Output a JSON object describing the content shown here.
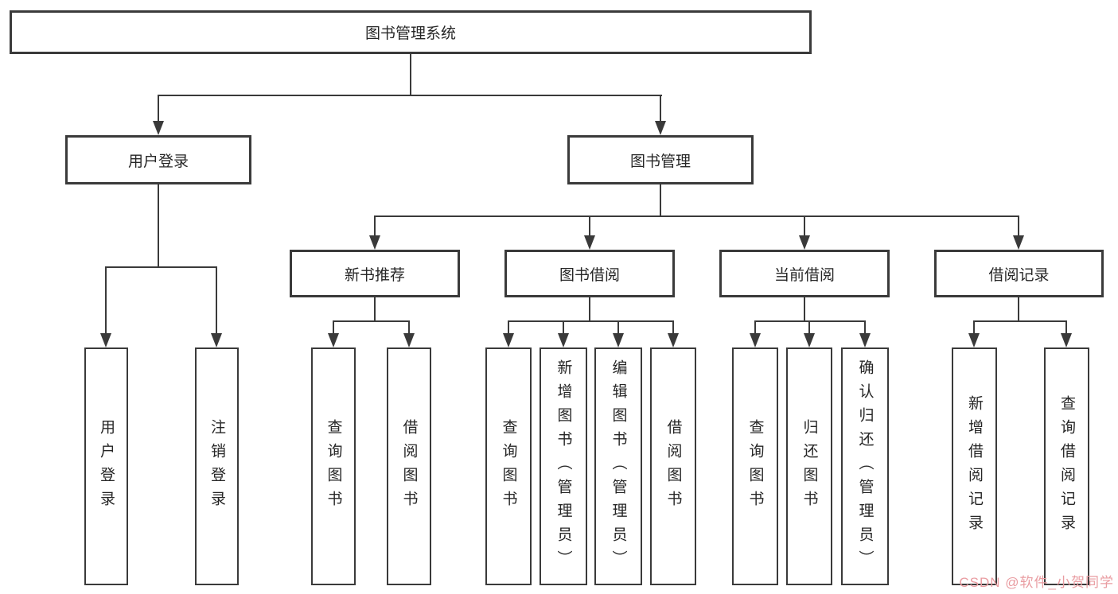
{
  "diagram": {
    "root": {
      "label": "图书管理系统"
    },
    "modules": [
      {
        "label": "用户登录",
        "children": [
          "用户登录",
          "注销登录"
        ]
      },
      {
        "label": "图书管理"
      }
    ],
    "submodules": [
      {
        "label": "新书推荐",
        "children": [
          "查询图书",
          "借阅图书"
        ]
      },
      {
        "label": "图书借阅",
        "children": [
          "查询图书",
          "新增图书（管理员）",
          "编辑图书（管理员）",
          "借阅图书"
        ]
      },
      {
        "label": "当前借阅",
        "children": [
          "查询图书",
          "归还图书",
          "确认归还（管理员）"
        ]
      },
      {
        "label": "借阅记录",
        "children": [
          "新增借阅记录",
          "查询借阅记录"
        ]
      }
    ]
  },
  "watermark": {
    "text": "CSDN @软件_小贺同学",
    "color": "#e99ca1"
  },
  "colors": {
    "line": "#3a3a3a",
    "text": "#262626",
    "background": "#ffffff"
  }
}
